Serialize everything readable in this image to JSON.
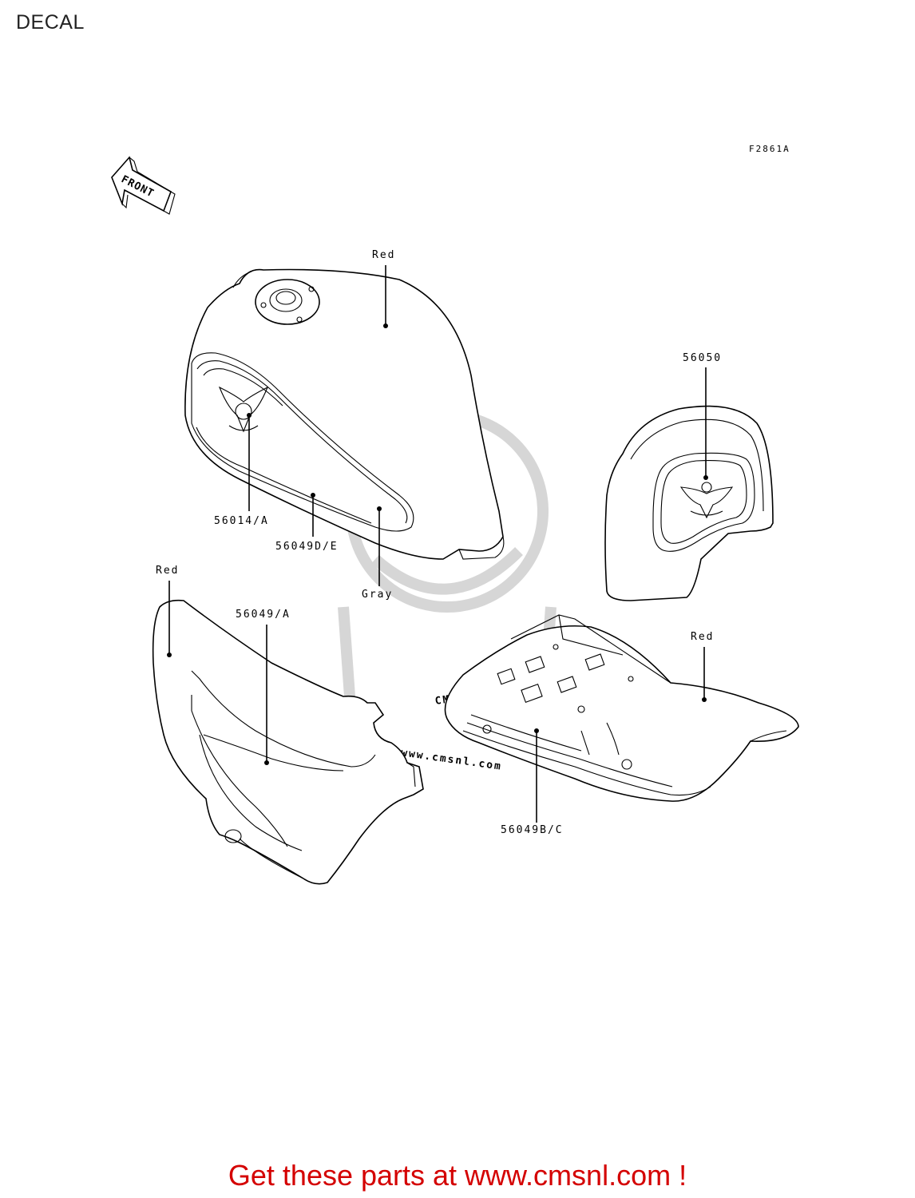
{
  "page": {
    "title": "DECAL",
    "footer_link_text": "Get these parts at www.cmsnl.com !"
  },
  "diagram": {
    "figure_code": "F2861A",
    "front_label": "FRONT",
    "watermark_text": "www.cmsnl.com",
    "watermark_logo": "CMS",
    "labels": {
      "tank_color": "Red",
      "tank_emblem": "56014/A",
      "tank_stripe": "56049D/E",
      "tank_panel_color": "Gray",
      "backrest_emblem": "56050",
      "side_cover_color": "Red",
      "side_cover_stripe": "56049/A",
      "fender_color": "Red",
      "fender_stripe": "56049B/C"
    }
  },
  "colors": {
    "footer_link": "#d40000",
    "line": "#000000",
    "watermark": "#d6d6d6"
  },
  "icons": [
    "front-arrow-icon",
    "winged-emblem-icon"
  ]
}
